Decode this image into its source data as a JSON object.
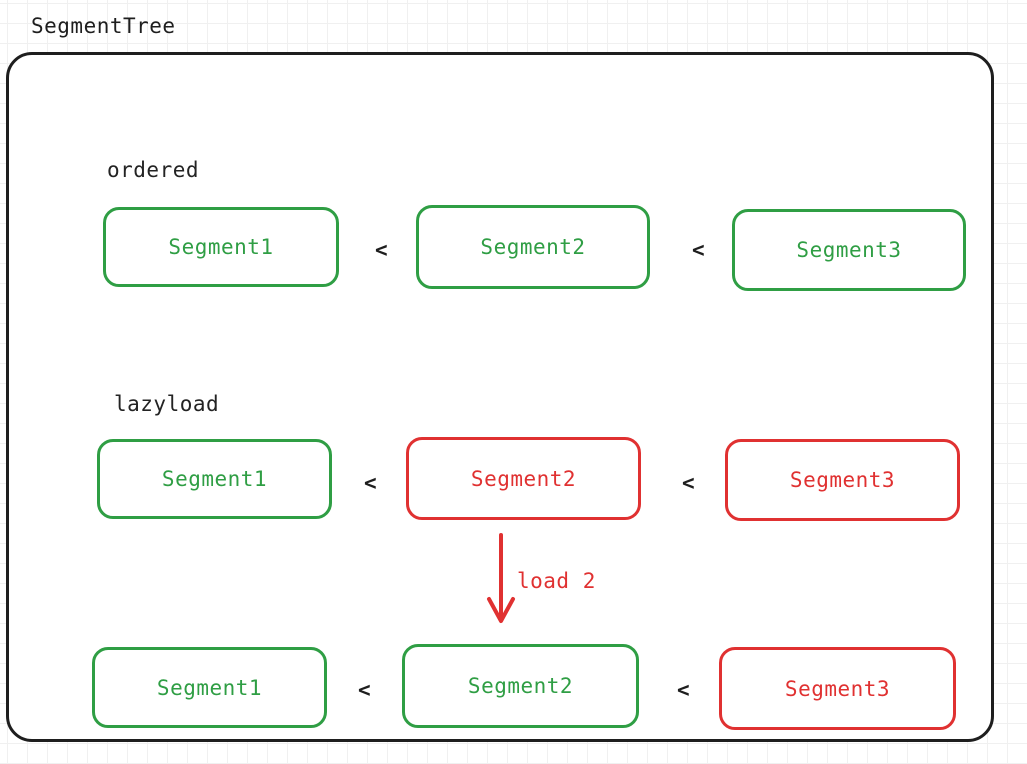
{
  "diagram": {
    "title": "SegmentTree",
    "frame_border_color": "#1e1e1e",
    "background_color": "#ffffff"
  },
  "colors": {
    "loaded_green": "#2f9e44",
    "unloaded_red": "#e03131",
    "text_dark": "#1e1e1e",
    "grid_line": "#f0f0f0"
  },
  "sections": [
    {
      "label": "ordered",
      "rows": [
        {
          "name": "ordered-row",
          "segments": [
            {
              "label": "Segment1",
              "state": "loaded",
              "color": "#2f9e44"
            },
            {
              "label": "Segment2",
              "state": "loaded",
              "color": "#2f9e44"
            },
            {
              "label": "Segment3",
              "state": "loaded",
              "color": "#2f9e44"
            }
          ],
          "separators": [
            "<",
            "<"
          ]
        }
      ]
    },
    {
      "label": "lazyload",
      "rows": [
        {
          "name": "lazyload-before-row",
          "segments": [
            {
              "label": "Segment1",
              "state": "loaded",
              "color": "#2f9e44"
            },
            {
              "label": "Segment2",
              "state": "unloaded",
              "color": "#e03131"
            },
            {
              "label": "Segment3",
              "state": "unloaded",
              "color": "#e03131"
            }
          ],
          "separators": [
            "<",
            "<"
          ]
        },
        {
          "name": "lazyload-after-row",
          "segments": [
            {
              "label": "Segment1",
              "state": "loaded",
              "color": "#2f9e44"
            },
            {
              "label": "Segment2",
              "state": "loaded",
              "color": "#2f9e44"
            },
            {
              "label": "Segment3",
              "state": "unloaded",
              "color": "#e03131"
            }
          ],
          "separators": [
            "<",
            "<"
          ]
        }
      ]
    }
  ],
  "transition": {
    "arrow_label": "load 2",
    "arrow_color": "#e03131",
    "arrow_direction": "down",
    "icon": "down-arrow-icon"
  }
}
